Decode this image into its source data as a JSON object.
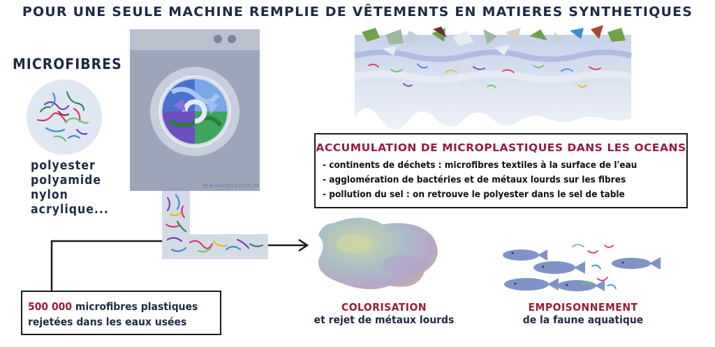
{
  "title": "POUR UNE SEULE MACHINE REMPLIE DE VÊTEMENTS EN MATIERES SYNTHETIQUES",
  "microfibres": {
    "title": "MICROFIBRES",
    "materials": [
      "polyester",
      "polyamide",
      "nylon",
      "acrylique..."
    ]
  },
  "credit": "maisonbrunon.fr",
  "ocean": {
    "title": "ACCUMULATION DE MICROPLASTIQUES DANS LES OCEANS",
    "items": [
      "- continents de déchets : microfibres textiles à la surface de  l'eau",
      "- agglomération de bactéries et de métaux lourds sur les fibres",
      "- pollution du sel : on retrouve le polyester dans le sel de table"
    ]
  },
  "count": {
    "value": "500 000",
    "line1_rest": " microfibres plastiques",
    "line2": "rejetées dans les eaux usées"
  },
  "colorisation": {
    "title": "COLORISATION",
    "subtitle": "et rejet de métaux lourds"
  },
  "empoisonnement": {
    "title": "EMPOISONNEMENT",
    "subtitle": "de la faune aquatique"
  },
  "colors": {
    "navy": "#1f2a44",
    "accent": "#9b1b3a",
    "machine": "#9ca6b8",
    "drum_ring": "#c8cfdc"
  },
  "icons": [
    "microfibre-circle-icon",
    "washing-machine-icon",
    "drain-pipe-icon",
    "arrow-right-icon",
    "ocean-waste-icon",
    "pollution-blob-icon",
    "fish-icon"
  ]
}
